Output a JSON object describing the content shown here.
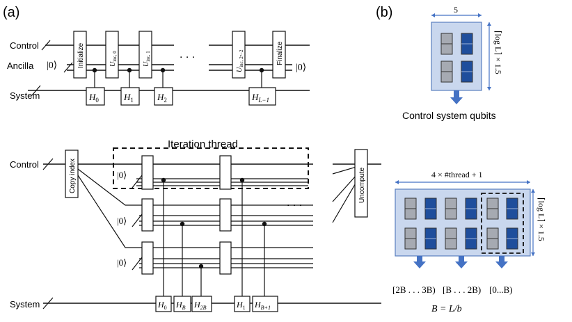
{
  "panel_a": {
    "label": "(a)",
    "top": {
      "wire_labels": {
        "control": "Control",
        "ancilla": "Ancilla",
        "system": "System"
      },
      "ket_in": "|0⟩",
      "ket_out": "|0⟩",
      "boxes": {
        "initialize": "Initialize",
        "u0": "U",
        "u0_sub": "inc, 0",
        "u1": "U",
        "u1_sub": "inc, 1",
        "ulast": "U",
        "ulast_sub": "inc, 2ⁿ−2",
        "finalize": "Finalize"
      },
      "ellipsis": ". . .",
      "h_gates": [
        {
          "base": "H",
          "sub": "0"
        },
        {
          "base": "H",
          "sub": "1"
        },
        {
          "base": "H",
          "sub": "2"
        },
        {
          "base": "H",
          "sub": "L−1"
        }
      ]
    },
    "bottom": {
      "wire_labels": {
        "control": "Control",
        "system": "System"
      },
      "copy_index": "Copy index",
      "uncompute": "Uncompute",
      "iteration_thread": "Iteration thread",
      "kets": [
        "|0⟩",
        "|0⟩",
        "|0⟩"
      ],
      "ellipsis": ". . .",
      "h_gates": [
        {
          "base": "H",
          "sub": "0"
        },
        {
          "base": "H",
          "sub": "B"
        },
        {
          "base": "H",
          "sub": "2B"
        },
        {
          "base": "H",
          "sub": "1"
        },
        {
          "base": "H",
          "sub": "B+1"
        }
      ]
    }
  },
  "panel_b": {
    "label": "(b)",
    "top": {
      "width_label": "5",
      "height_label": "⌈log L⌉ × 1.5",
      "caption": "Control system qubits"
    },
    "bottom": {
      "width_label": "4 × #thread + 1",
      "height_label": "⌈log L⌉ × 1.5",
      "ranges": [
        "[2B . . . 3B)",
        "[B . . . 2B)",
        "[0...B)"
      ],
      "formula": "B = L/b"
    },
    "colors": {
      "panel_fill": "#c9d7ee",
      "panel_stroke": "#5b7fbf",
      "light_qubit": "#a6aab2",
      "dark_qubit": "#1f4e9c",
      "arrow": "#4472c4"
    }
  }
}
